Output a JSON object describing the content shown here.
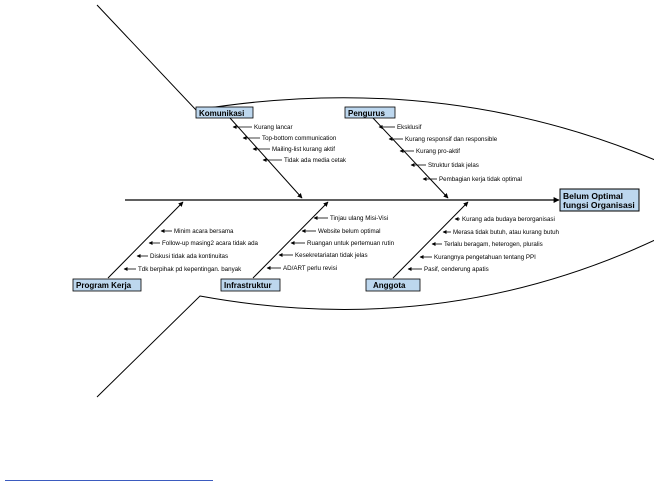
{
  "diagram": {
    "type": "fishbone",
    "effect": [
      "Belum Optimal",
      "fungsi Organisasi"
    ],
    "categories": [
      {
        "label": "Komunikasi",
        "causes": [
          "Kurang lancar",
          "Top-bottom communication",
          "Mailing-list kurang aktif",
          "Tidak ada media cetak"
        ]
      },
      {
        "label": "Pengurus",
        "causes": [
          "Eksklusif",
          "Kurang responsif dan responsible",
          "Kurang pro-aktif",
          "Struktur tidak jelas",
          "Pembagian kerja tidak optimal"
        ]
      },
      {
        "label": "Program Kerja",
        "causes": [
          "Minim acara bersama",
          "Follow-up masing2 acara tidak ada",
          "Diskusi tidak ada kontinuitas",
          "Tdk berpihak pd kepentingan. banyak"
        ]
      },
      {
        "label": "Infrastruktur",
        "causes": [
          "Tinjau ulang Misi-Visi",
          "Website belum optimal",
          "Ruangan untuk pertemuan rutin",
          "Kesekretariatan tidak jelas",
          "AD/ART perlu revisi"
        ]
      },
      {
        "label": "Anggota",
        "causes": [
          "Kurang ada budaya berorganisasi",
          "Merasa tidak butuh, atau kurang butuh",
          "Terlalu beragam, heterogen, pluralis",
          "Kurangnya pengetahuan tentang PPI",
          "Pasif, cenderung apatis"
        ]
      }
    ]
  }
}
